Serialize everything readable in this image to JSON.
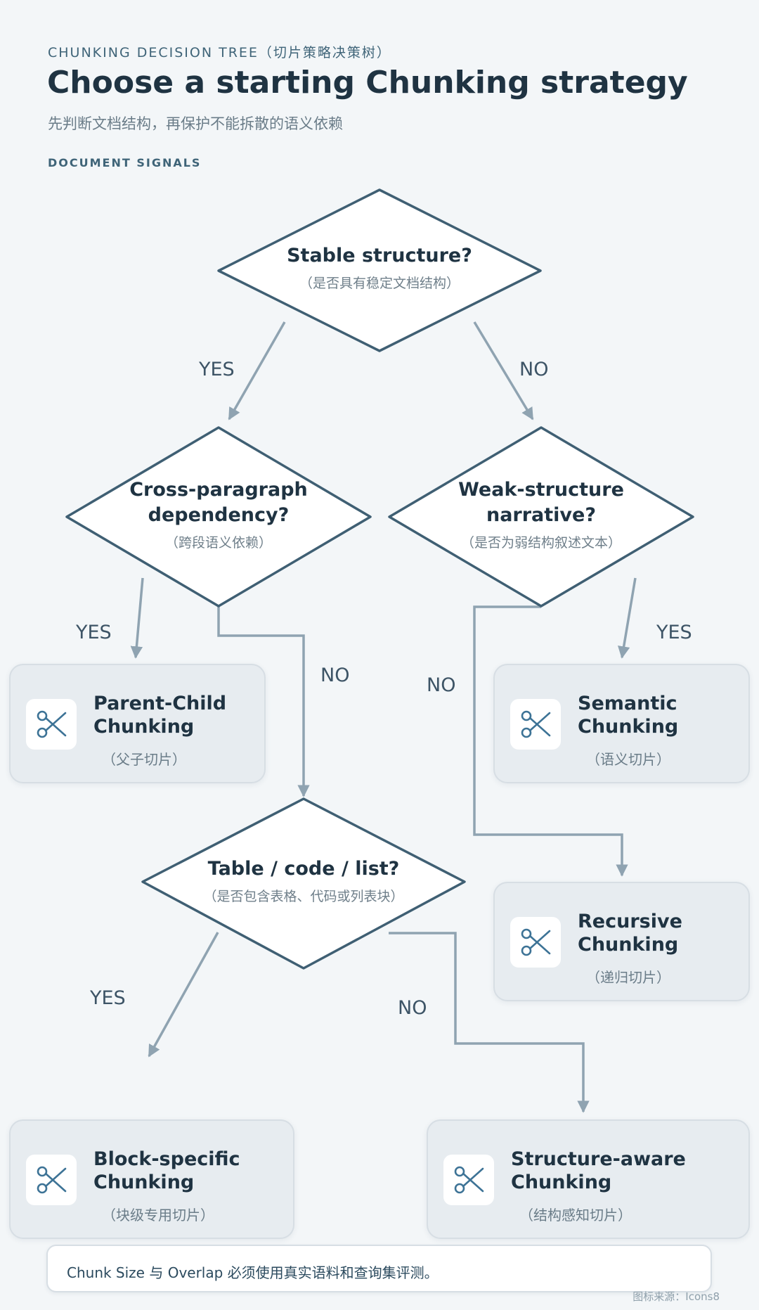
{
  "header": {
    "eyebrow": "CHUNKING DECISION TREE（切片策略决策树）",
    "title": "Choose a starting Chunking strategy",
    "subtitle": "先判断文档结构，再保护不能拆散的语义依赖",
    "section_label": "DOCUMENT SIGNALS"
  },
  "decisions": {
    "stable": {
      "question": "Stable structure?",
      "sub": "（是否具有稳定文档结构）"
    },
    "cross": {
      "question_line1": "Cross-paragraph",
      "question_line2": "dependency?",
      "sub": "（跨段语义依赖）"
    },
    "weak": {
      "question_line1": "Weak-structure",
      "question_line2": "narrative?",
      "sub": "（是否为弱结构叙述文本）"
    },
    "table": {
      "question": "Table / code / list?",
      "sub": "（是否包含表格、代码或列表块）"
    }
  },
  "edges": {
    "stable_yes": "YES",
    "stable_no": "NO",
    "cross_yes": "YES",
    "cross_no": "NO",
    "weak_yes": "YES",
    "weak_no": "NO",
    "table_yes": "YES",
    "table_no": "NO"
  },
  "outcomes": {
    "parent_child": {
      "name_line1": "Parent-Child",
      "name_line2": "Chunking",
      "cn": "（父子切片）",
      "icon": "scissors-icon"
    },
    "semantic": {
      "name_line1": "Semantic",
      "name_line2": "Chunking",
      "cn": "（语义切片）",
      "icon": "scissors-icon"
    },
    "recursive": {
      "name_line1": "Recursive",
      "name_line2": "Chunking",
      "cn": "（递归切片）",
      "icon": "scissors-icon"
    },
    "block": {
      "name_line1": "Block-specific",
      "name_line2": "Chunking",
      "cn": "（块级专用切片）",
      "icon": "scissors-icon"
    },
    "structure": {
      "name_line1": "Structure-aware",
      "name_line2": "Chunking",
      "cn": "（结构感知切片）",
      "icon": "scissors-icon"
    }
  },
  "footer": {
    "note": "Chunk Size 与 Overlap 必须使用真实语料和查询集评测。",
    "credit": "图标来源：Icons8"
  },
  "colors": {
    "diamond_stroke": "#3f5f73",
    "arrow": "#8fa3b1",
    "card_bg": "#e7ecf0",
    "page_bg": "#f3f6f8",
    "icon": "#3d7396"
  }
}
